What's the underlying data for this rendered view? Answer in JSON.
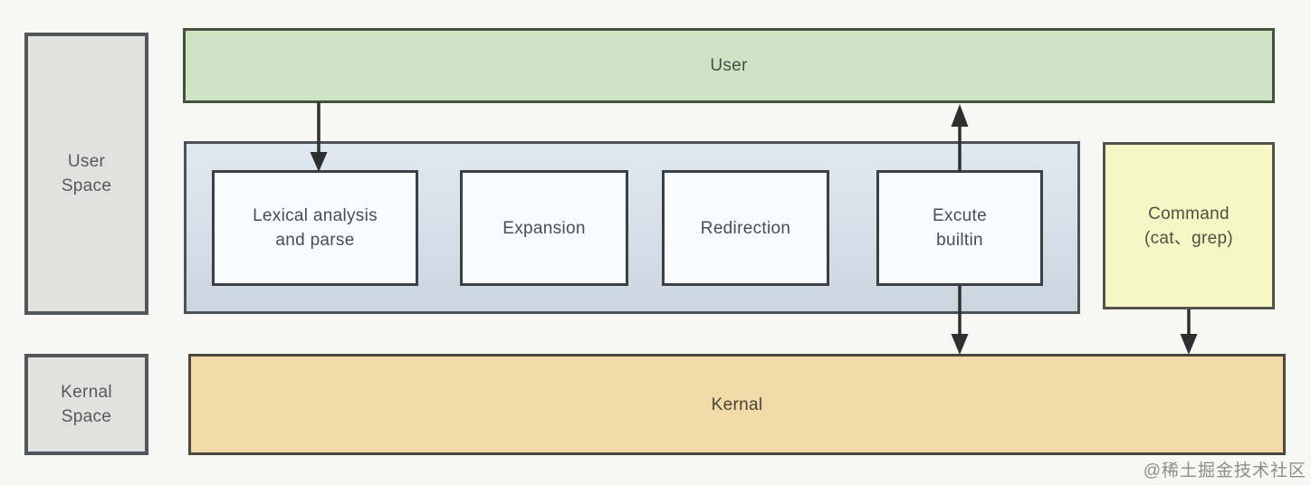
{
  "diagram": {
    "spaces": {
      "user_space_label": [
        "User",
        "Space"
      ],
      "kernal_space_label": [
        "Kernal",
        "Space"
      ]
    },
    "user_band_label": "User",
    "kernal_band_label": "Kernal",
    "pipeline": [
      {
        "label": [
          "Lexical analysis",
          "and parse"
        ]
      },
      {
        "label": "Expansion"
      },
      {
        "label": "Redirection"
      },
      {
        "label": [
          "Excute",
          "builtin"
        ]
      }
    ],
    "command_box_label": [
      "Command",
      "(cat、grep)"
    ],
    "arrows": [
      "user-to-lexical-down",
      "excute-builtin-to-user-up",
      "excute-builtin-to-kernal-down",
      "command-to-kernal-down"
    ],
    "colors": {
      "user_band": "#cde3c4",
      "pipeline_container": "#d6dfe7",
      "process_box": "#fafbfd",
      "command_box": "#f6f7c5",
      "kernal_band": "#f2daa8",
      "space_box": "#e1e1df",
      "border_dark": "#4a4f54",
      "arrow": "#2d2f30"
    }
  },
  "watermark": "@稀土掘金技术社区"
}
